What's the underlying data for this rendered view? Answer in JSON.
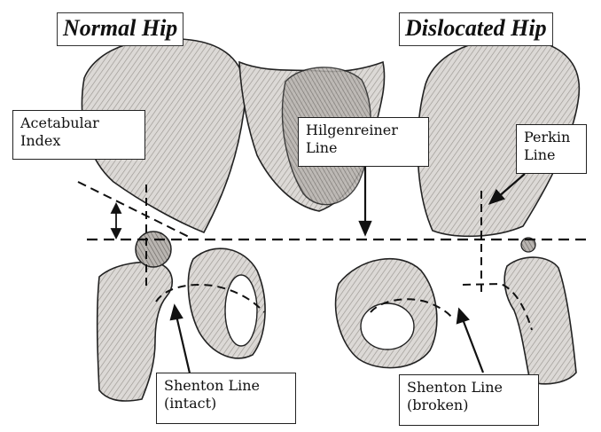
{
  "titles": {
    "normal": "Normal Hip",
    "dislocated": "Dislocated Hip"
  },
  "labels": {
    "acetabular_index": {
      "line1": "Acetabular",
      "line2": "Index"
    },
    "hilgenreiner_line": {
      "line1": "Hilgenreiner",
      "line2": "Line"
    },
    "perkin_line": {
      "line1": "Perkin",
      "line2": "Line"
    },
    "shenton_intact": {
      "line1": "Shenton Line",
      "line2": "(intact)"
    },
    "shenton_broken": {
      "line1": "Shenton Line",
      "line2": "(broken)"
    }
  },
  "colors": {
    "bone_fill": "#d9d6d3",
    "bone_shade": "#8e8a86",
    "ink": "#1a1a1a"
  }
}
